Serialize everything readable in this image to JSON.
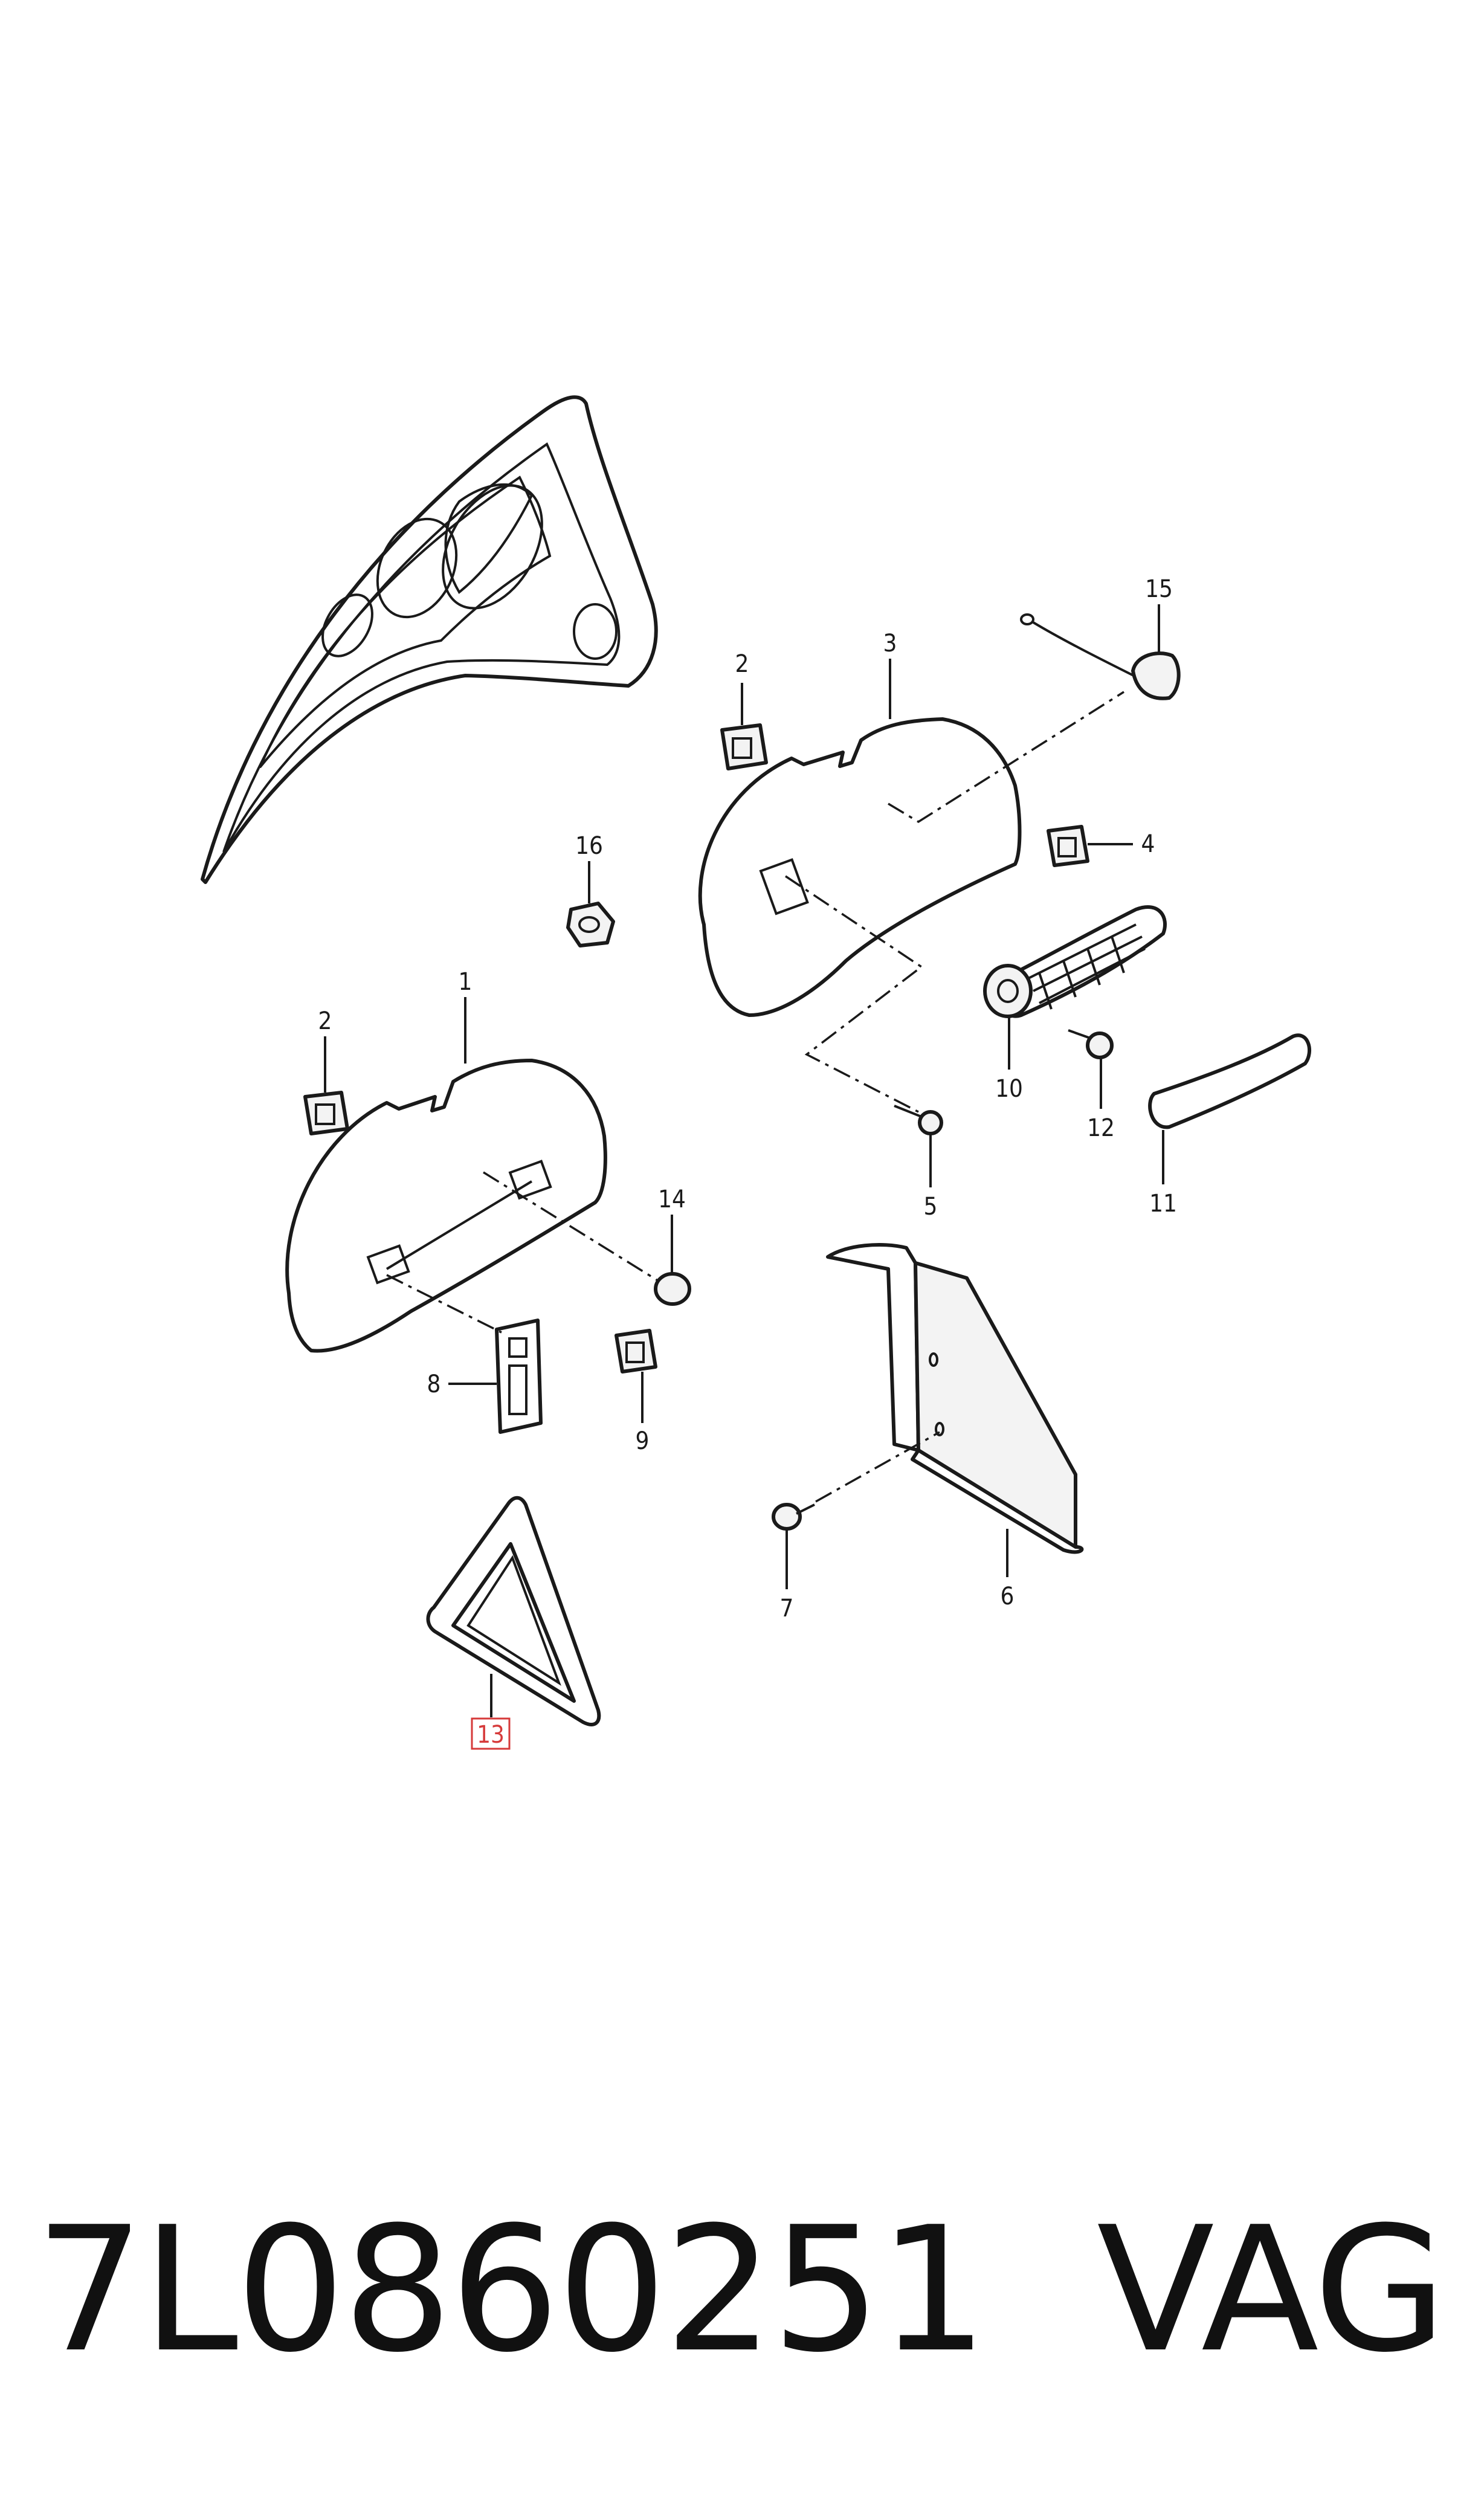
{
  "callouts": [
    {
      "id": "1",
      "label": "1",
      "highlight": false
    },
    {
      "id": "2a",
      "label": "2",
      "highlight": false
    },
    {
      "id": "2b",
      "label": "2",
      "highlight": false
    },
    {
      "id": "3",
      "label": "3",
      "highlight": false
    },
    {
      "id": "4",
      "label": "4",
      "highlight": false
    },
    {
      "id": "5",
      "label": "5",
      "highlight": false
    },
    {
      "id": "6",
      "label": "6",
      "highlight": false
    },
    {
      "id": "7",
      "label": "7",
      "highlight": false
    },
    {
      "id": "8",
      "label": "8",
      "highlight": false
    },
    {
      "id": "9",
      "label": "9",
      "highlight": false
    },
    {
      "id": "10",
      "label": "10",
      "highlight": false
    },
    {
      "id": "11",
      "label": "11",
      "highlight": false
    },
    {
      "id": "12",
      "label": "12",
      "highlight": false
    },
    {
      "id": "13",
      "label": "13",
      "highlight": true
    },
    {
      "id": "14",
      "label": "14",
      "highlight": false
    },
    {
      "id": "15",
      "label": "15",
      "highlight": false
    },
    {
      "id": "16",
      "label": "16",
      "highlight": false
    }
  ],
  "footer": {
    "part_number": "7L0860251",
    "brand": "VAG"
  },
  "colors": {
    "line": "#1a1a1a",
    "highlight": "#d63a3a",
    "background": "#ffffff"
  }
}
